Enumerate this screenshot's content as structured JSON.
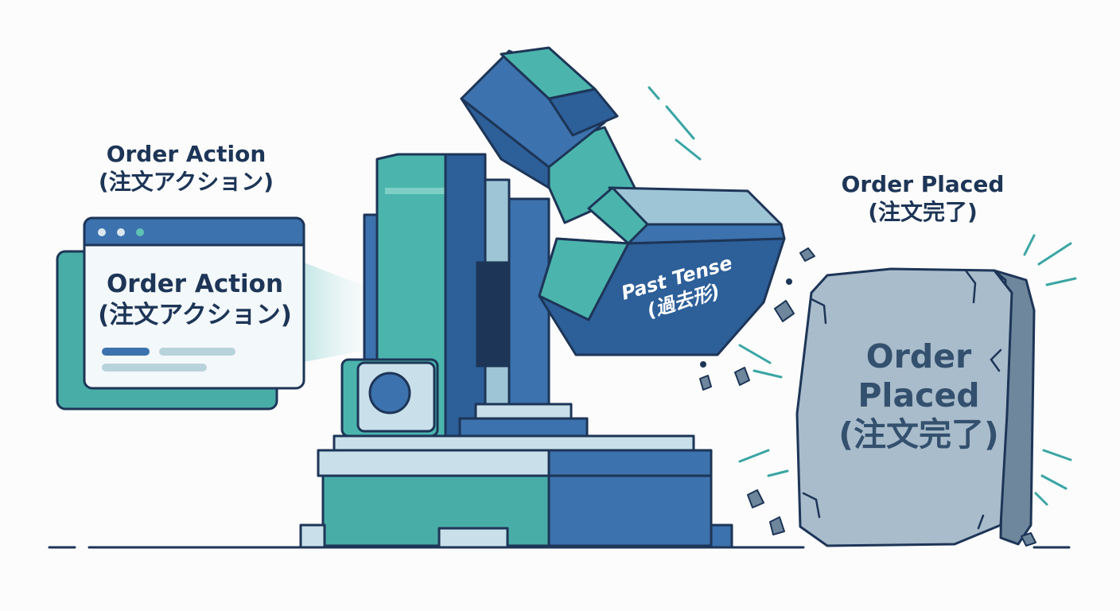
{
  "input_label": {
    "line1": "Order Action",
    "line2": "(注文アクション)"
  },
  "input_window": {
    "line1": "Order Action",
    "line2": "(注文アクション)"
  },
  "stamp": {
    "line1": "Past Tense",
    "line2": "(過去形)"
  },
  "output_label": {
    "line1": "Order Placed",
    "line2": "(注文完了)"
  },
  "stone_tablet": {
    "line1": "Order",
    "line2": "Placed",
    "line3": "(注文完了)"
  },
  "colors": {
    "outline": "#1d3557",
    "teal": "#4bb5ad",
    "blue": "#3c72ad",
    "light_blue": "#c9e0ea",
    "stone": "#a9bccb",
    "stone_dark": "#6f879c",
    "spark": "#3aa5a5"
  }
}
